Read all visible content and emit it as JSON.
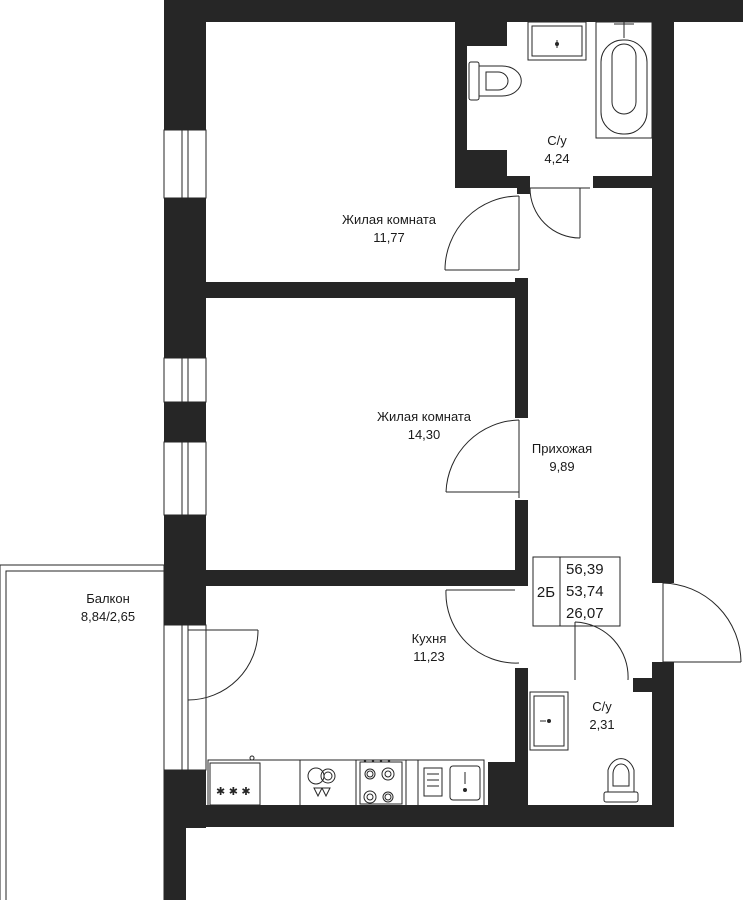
{
  "rooms": {
    "living1": {
      "name": "Жилая комната",
      "area": "11,77"
    },
    "living2": {
      "name": "Жилая комната",
      "area": "14,30"
    },
    "bath1": {
      "name": "С/у",
      "area": "4,24"
    },
    "hall": {
      "name": "Прихожая",
      "area": "9,89"
    },
    "kitchen": {
      "name": "Кухня",
      "area": "11,23"
    },
    "bath2": {
      "name": "С/у",
      "area": "2,31"
    },
    "balcony": {
      "name": "Балкон",
      "area": "8,84/2,65"
    }
  },
  "summary": {
    "type": "2Б",
    "total_area": "56,39",
    "area_without_balcony": "53,74",
    "living_area": "26,07"
  },
  "colors": {
    "wall": "#262626",
    "line": "#262626",
    "background": "#ffffff"
  },
  "icons": [
    "sink-icon",
    "bathtub-icon",
    "toilet-icon",
    "stove-icon",
    "washbasin-icon"
  ]
}
